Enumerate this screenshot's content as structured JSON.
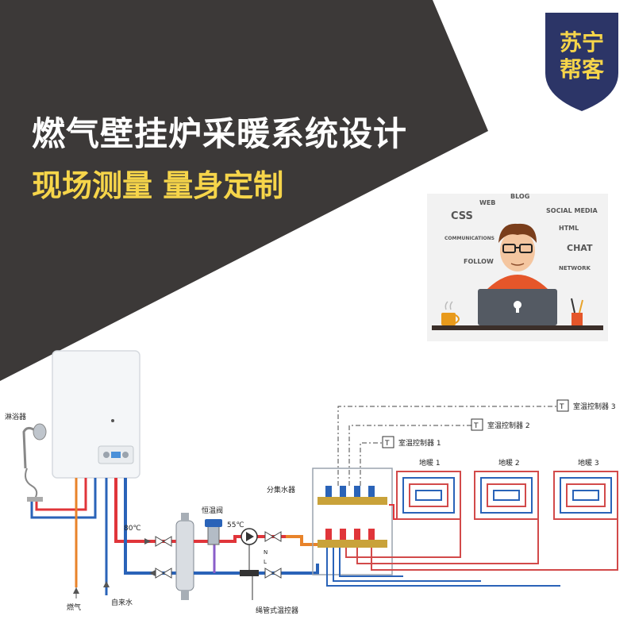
{
  "header": {
    "title": "燃气壁挂炉采暖系统设计",
    "subtitle": "现场测量  量身定制"
  },
  "badge": {
    "line1": "苏宁",
    "line2": "帮客"
  },
  "illustration": {
    "words": [
      "WEB",
      "BLOG",
      "CSS",
      "SOCIAL MEDIA",
      "HTML",
      "COMMUNICATIONS",
      "CHAT",
      "FOLLOW",
      "NETWORK"
    ]
  },
  "diagram": {
    "shower_label": "淋浴器",
    "gas_label": "燃气",
    "tap_water_label": "自来水",
    "temp_80": "80℃",
    "temp_55": "55℃",
    "thermostatic_valve_label": "恒温阀",
    "manifold_label": "分集水器",
    "controller_label": "绳管式温控器",
    "pump_n": "N",
    "pump_l": "L",
    "thermostats": [
      {
        "symbol": "T",
        "label": "室温控制器 1"
      },
      {
        "symbol": "T",
        "label": "室温控制器 2"
      },
      {
        "symbol": "T",
        "label": "室温控制器 3"
      }
    ],
    "floor_loops": [
      {
        "label": "地暖 1"
      },
      {
        "label": "地暖 2"
      },
      {
        "label": "地暖 3"
      }
    ]
  },
  "colors": {
    "dark_band": "#3c3938",
    "accent_yellow": "#f6d54a",
    "badge_navy": "#2c3567",
    "hot_pipe": "#e0353a",
    "cold_pipe": "#2a63b8",
    "gas_pipe": "#e8832a"
  }
}
